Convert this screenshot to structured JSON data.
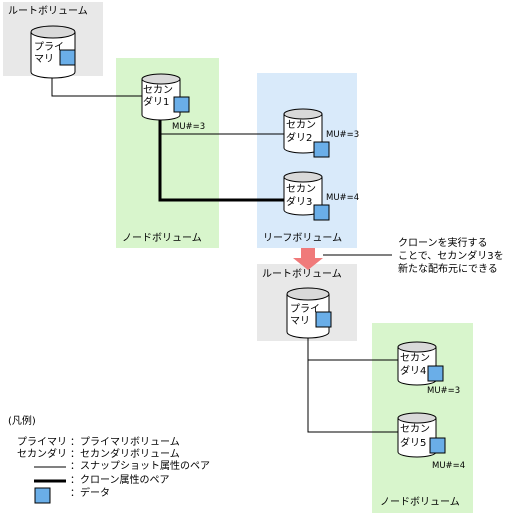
{
  "colors": {
    "root_panel": "#e8e8e8",
    "node_panel": "#d8f5cc",
    "leaf_panel": "#d9eafa",
    "data_square": "#6aaee8",
    "arrow": "#f07a7a",
    "line": "#000000"
  },
  "groups": {
    "root_top": "ルートボリューム",
    "node_top": "ノードボリューム",
    "leaf": "リーフボリューム",
    "root_bottom": "ルートボリューム",
    "node_bottom": "ノードボリューム"
  },
  "volumes": {
    "primary_top": {
      "line1": "プライ",
      "line2": "マリ"
    },
    "secondary1": {
      "line1": "セカン",
      "line2": "ダリ1"
    },
    "secondary2": {
      "line1": "セカン",
      "line2": "ダリ2"
    },
    "secondary3": {
      "line1": "セカン",
      "line2": "ダリ3"
    },
    "primary_bottom": {
      "line1": "プライ",
      "line2": "マリ"
    },
    "secondary4": {
      "line1": "セカン",
      "line2": "ダリ4"
    },
    "secondary5": {
      "line1": "セカン",
      "line2": "ダリ5"
    }
  },
  "mu_labels": {
    "secondary1": "MU#=3",
    "secondary2": "MU#=3",
    "secondary3": "MU#=4",
    "secondary4": "MU#=3",
    "secondary5": "MU#=4"
  },
  "callout": {
    "line1": "クローンを実行する",
    "line2": "ことで、セカンダリ3を",
    "line3": "新たな配布元にできる"
  },
  "legend": {
    "title": "(凡例)",
    "primary_key": "プライマリ",
    "primary_value": "：プライマリボリューム",
    "secondary_key": "セカンダリ",
    "secondary_value": "：セカンダリボリューム",
    "snapshot_pair": "：スナップショット属性のペア",
    "clone_pair": "：クローン属性のペア",
    "data": "：データ"
  }
}
